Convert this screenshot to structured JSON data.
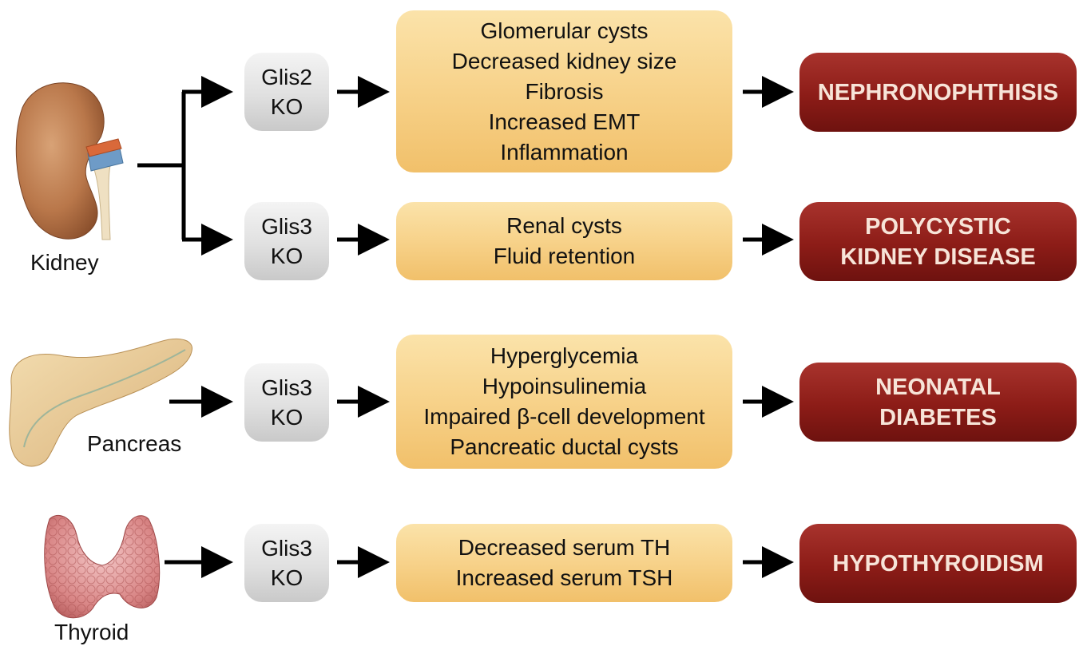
{
  "organs": {
    "kidney": "Kidney",
    "pancreas": "Pancreas",
    "thyroid": "Thyroid"
  },
  "rows": [
    {
      "gene": "Glis2",
      "ko": "KO",
      "phenotypes": [
        "Glomerular cysts",
        "Decreased kidney size",
        "Fibrosis",
        "Increased EMT",
        "Inflammation"
      ],
      "disease": [
        "NEPHRONOPHTHISIS"
      ]
    },
    {
      "gene": "Glis3",
      "ko": "KO",
      "phenotypes": [
        "Renal cysts",
        "Fluid retention"
      ],
      "disease": [
        "POLYCYSTIC",
        "KIDNEY DISEASE"
      ]
    },
    {
      "gene": "Glis3",
      "ko": "KO",
      "phenotypes": [
        "Hyperglycemia",
        "Hypoinsulinemia",
        "Impaired β-cell development",
        "Pancreatic ductal cysts"
      ],
      "disease": [
        "NEONATAL",
        "DIABETES"
      ]
    },
    {
      "gene": "Glis3",
      "ko": "KO",
      "phenotypes": [
        "Decreased serum TH",
        "Increased serum TSH"
      ],
      "disease": [
        "HYPOTHYROIDISM"
      ]
    }
  ],
  "colors": {
    "ko_box": "#e0e0e0",
    "phenotype_box": "#f7d28a",
    "disease_box": "#8c1c17",
    "disease_text": "#f7e4d8",
    "arrow": "#000000"
  }
}
